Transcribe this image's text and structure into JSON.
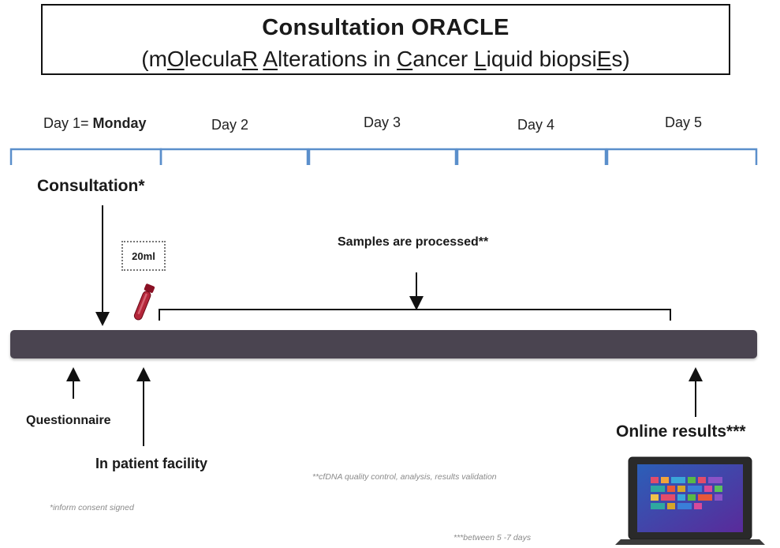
{
  "header": {
    "title": "Consultation ORACLE",
    "subtitle_parts": [
      {
        "t": "(m",
        "u": false
      },
      {
        "t": "O",
        "u": true
      },
      {
        "t": "lecula",
        "u": false
      },
      {
        "t": "R",
        "u": true
      },
      {
        "t": " ",
        "u": false
      },
      {
        "t": "A",
        "u": true
      },
      {
        "t": "lterations in ",
        "u": false
      },
      {
        "t": "C",
        "u": true
      },
      {
        "t": "ancer ",
        "u": false
      },
      {
        "t": "L",
        "u": true
      },
      {
        "t": "iquid biopsi",
        "u": false
      },
      {
        "t": "E",
        "u": true
      },
      {
        "t": "s)",
        "u": false
      }
    ]
  },
  "days": {
    "day1_prefix": "Day 1= ",
    "day1_bold": "Monday",
    "day2": "Day 2",
    "day3": "Day 3",
    "day4": "Day 4",
    "day5": "Day 5"
  },
  "labels": {
    "consultation": "Consultation*",
    "volume": "20ml",
    "samples_processed": "Samples are processed**",
    "questionnaire": "Questionnaire",
    "in_patient": "In patient facility",
    "online_results": "Online results***"
  },
  "notes": {
    "consent": "*inform consent signed",
    "cfdna": "**cfDNA quality control, analysis,  results validation",
    "duration": "***between 5 -7 days"
  },
  "colors": {
    "bracket_blue": "#5b8fcb",
    "timeline_bar": "#4a4450",
    "tube_red": "#b3263a"
  },
  "icons": {
    "tube": "blood-tube-icon",
    "laptop": "laptop-icon"
  }
}
